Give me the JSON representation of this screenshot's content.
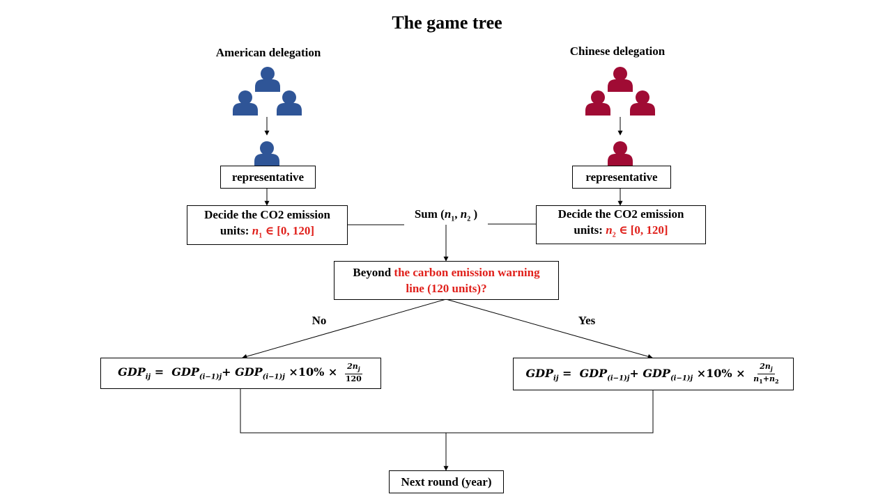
{
  "title": "The game tree",
  "american": {
    "label": "American delegation",
    "representative": "representative",
    "decide_line1": "Decide the CO2 emission",
    "decide_prefix": "units: ",
    "var": "n",
    "var_sub": "1",
    "range": " ∈ [0, 120]",
    "color": "#2f5597"
  },
  "chinese": {
    "label": "Chinese delegation",
    "representative": "representative",
    "decide_line1": "Decide the CO2 emission",
    "decide_prefix": "units: ",
    "var": "n",
    "var_sub": "2",
    "range": " ∈ [0, 120]",
    "color": "#a00b34"
  },
  "sum": {
    "prefix": "Sum (",
    "a": "n",
    "a_sub": "1",
    "sep": ", ",
    "b": "n",
    "b_sub": "2",
    "suffix": " )"
  },
  "decision": {
    "black": "Beyond ",
    "red1": "the carbon emission warning",
    "red2": "line (120 units)?"
  },
  "branches": {
    "no": "No",
    "yes": "Yes"
  },
  "formula_left": {
    "lhs": "GDP",
    "lhs_sub": "ij",
    "eq": " =  ",
    "t1": "GDP",
    "t1_sub": "(i−1)j",
    "plus": "+ ",
    "t2": "GDP",
    "t2_sub": "(i−1)j",
    "times": " ×10% × ",
    "num": "2n",
    "num_sub": "j",
    "den": "120"
  },
  "formula_right": {
    "lhs": "GDP",
    "lhs_sub": "ij",
    "eq": " =  ",
    "t1": "GDP",
    "t1_sub": "(i−1)j",
    "plus": "+ ",
    "t2": "GDP",
    "t2_sub": "(i−1)j",
    "times": " ×10% × ",
    "num": "2n",
    "num_sub": "j",
    "den_a": "n",
    "den_a_sub": "1",
    "den_plus": "+",
    "den_b": "n",
    "den_b_sub": "2"
  },
  "next_round": "Next round (year)"
}
